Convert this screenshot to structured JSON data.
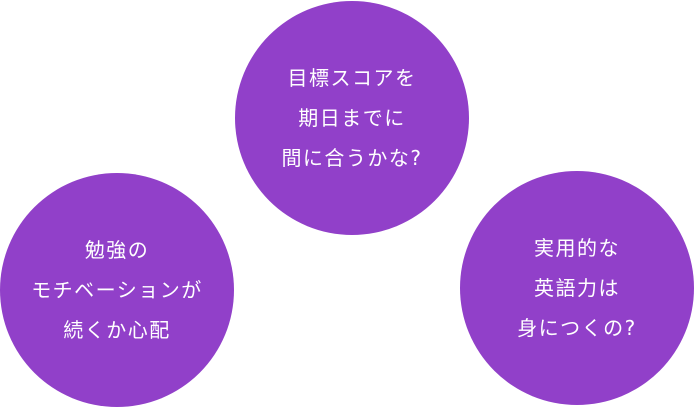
{
  "bubbles": [
    {
      "lines": [
        "目標スコアを",
        "期日までに",
        "間に合うかな?"
      ]
    },
    {
      "lines": [
        "勉強の",
        "モチベーションが",
        "続くか心配"
      ]
    },
    {
      "lines": [
        "実用的な",
        "英語力は",
        "身につくの?"
      ]
    }
  ],
  "colors": {
    "bubble": "#9140c9",
    "text": "#ffffff"
  }
}
